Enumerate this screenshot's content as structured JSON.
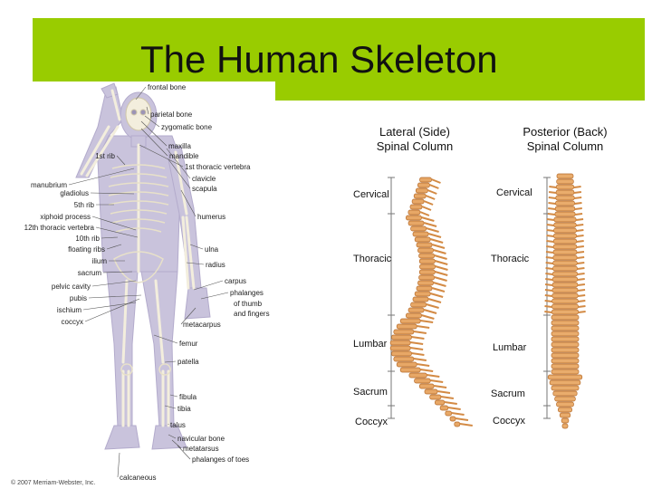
{
  "slide": {
    "title": "The Human Skeleton",
    "accent_color": "#99cc00"
  },
  "skeleton_figure": {
    "right_labels": [
      "frontal bone",
      "parietal bone",
      "zygomatic bone",
      "maxilla",
      "mandible",
      "1st thoracic vertebra",
      "clavicle",
      "scapula",
      "humerus",
      "ulna",
      "radius",
      "carpus",
      "phalanges",
      "of thumb",
      "and fingers",
      "metacarpus",
      "femur",
      "patella",
      "fibula",
      "tibia",
      "talus",
      "navicular bone",
      "metatarsus",
      "phalanges of toes",
      "calcaneous"
    ],
    "left_labels": [
      "1st rib",
      "manubrium",
      "gladiolus",
      "5th rib",
      "xiphoid process",
      "12th thoracic vertebra",
      "10th rib",
      "floating ribs",
      "ilium",
      "sacrum",
      "pelvic cavity",
      "pubis",
      "ischium",
      "coccyx"
    ],
    "copyright": "© 2007 Merriam-Webster, Inc."
  },
  "spine": {
    "lateral_title": [
      "Lateral (Side)",
      "Spinal Column"
    ],
    "posterior_title": [
      "Posterior (Back)",
      "Spinal Column"
    ],
    "lateral_regions": [
      "Cervical",
      "Thoracic",
      "Lumbar",
      "Sacrum",
      "Coccyx"
    ],
    "posterior_regions": [
      "Cervical",
      "Thoracic",
      "Lumbar",
      "Sacrum",
      "Coccyx"
    ]
  }
}
